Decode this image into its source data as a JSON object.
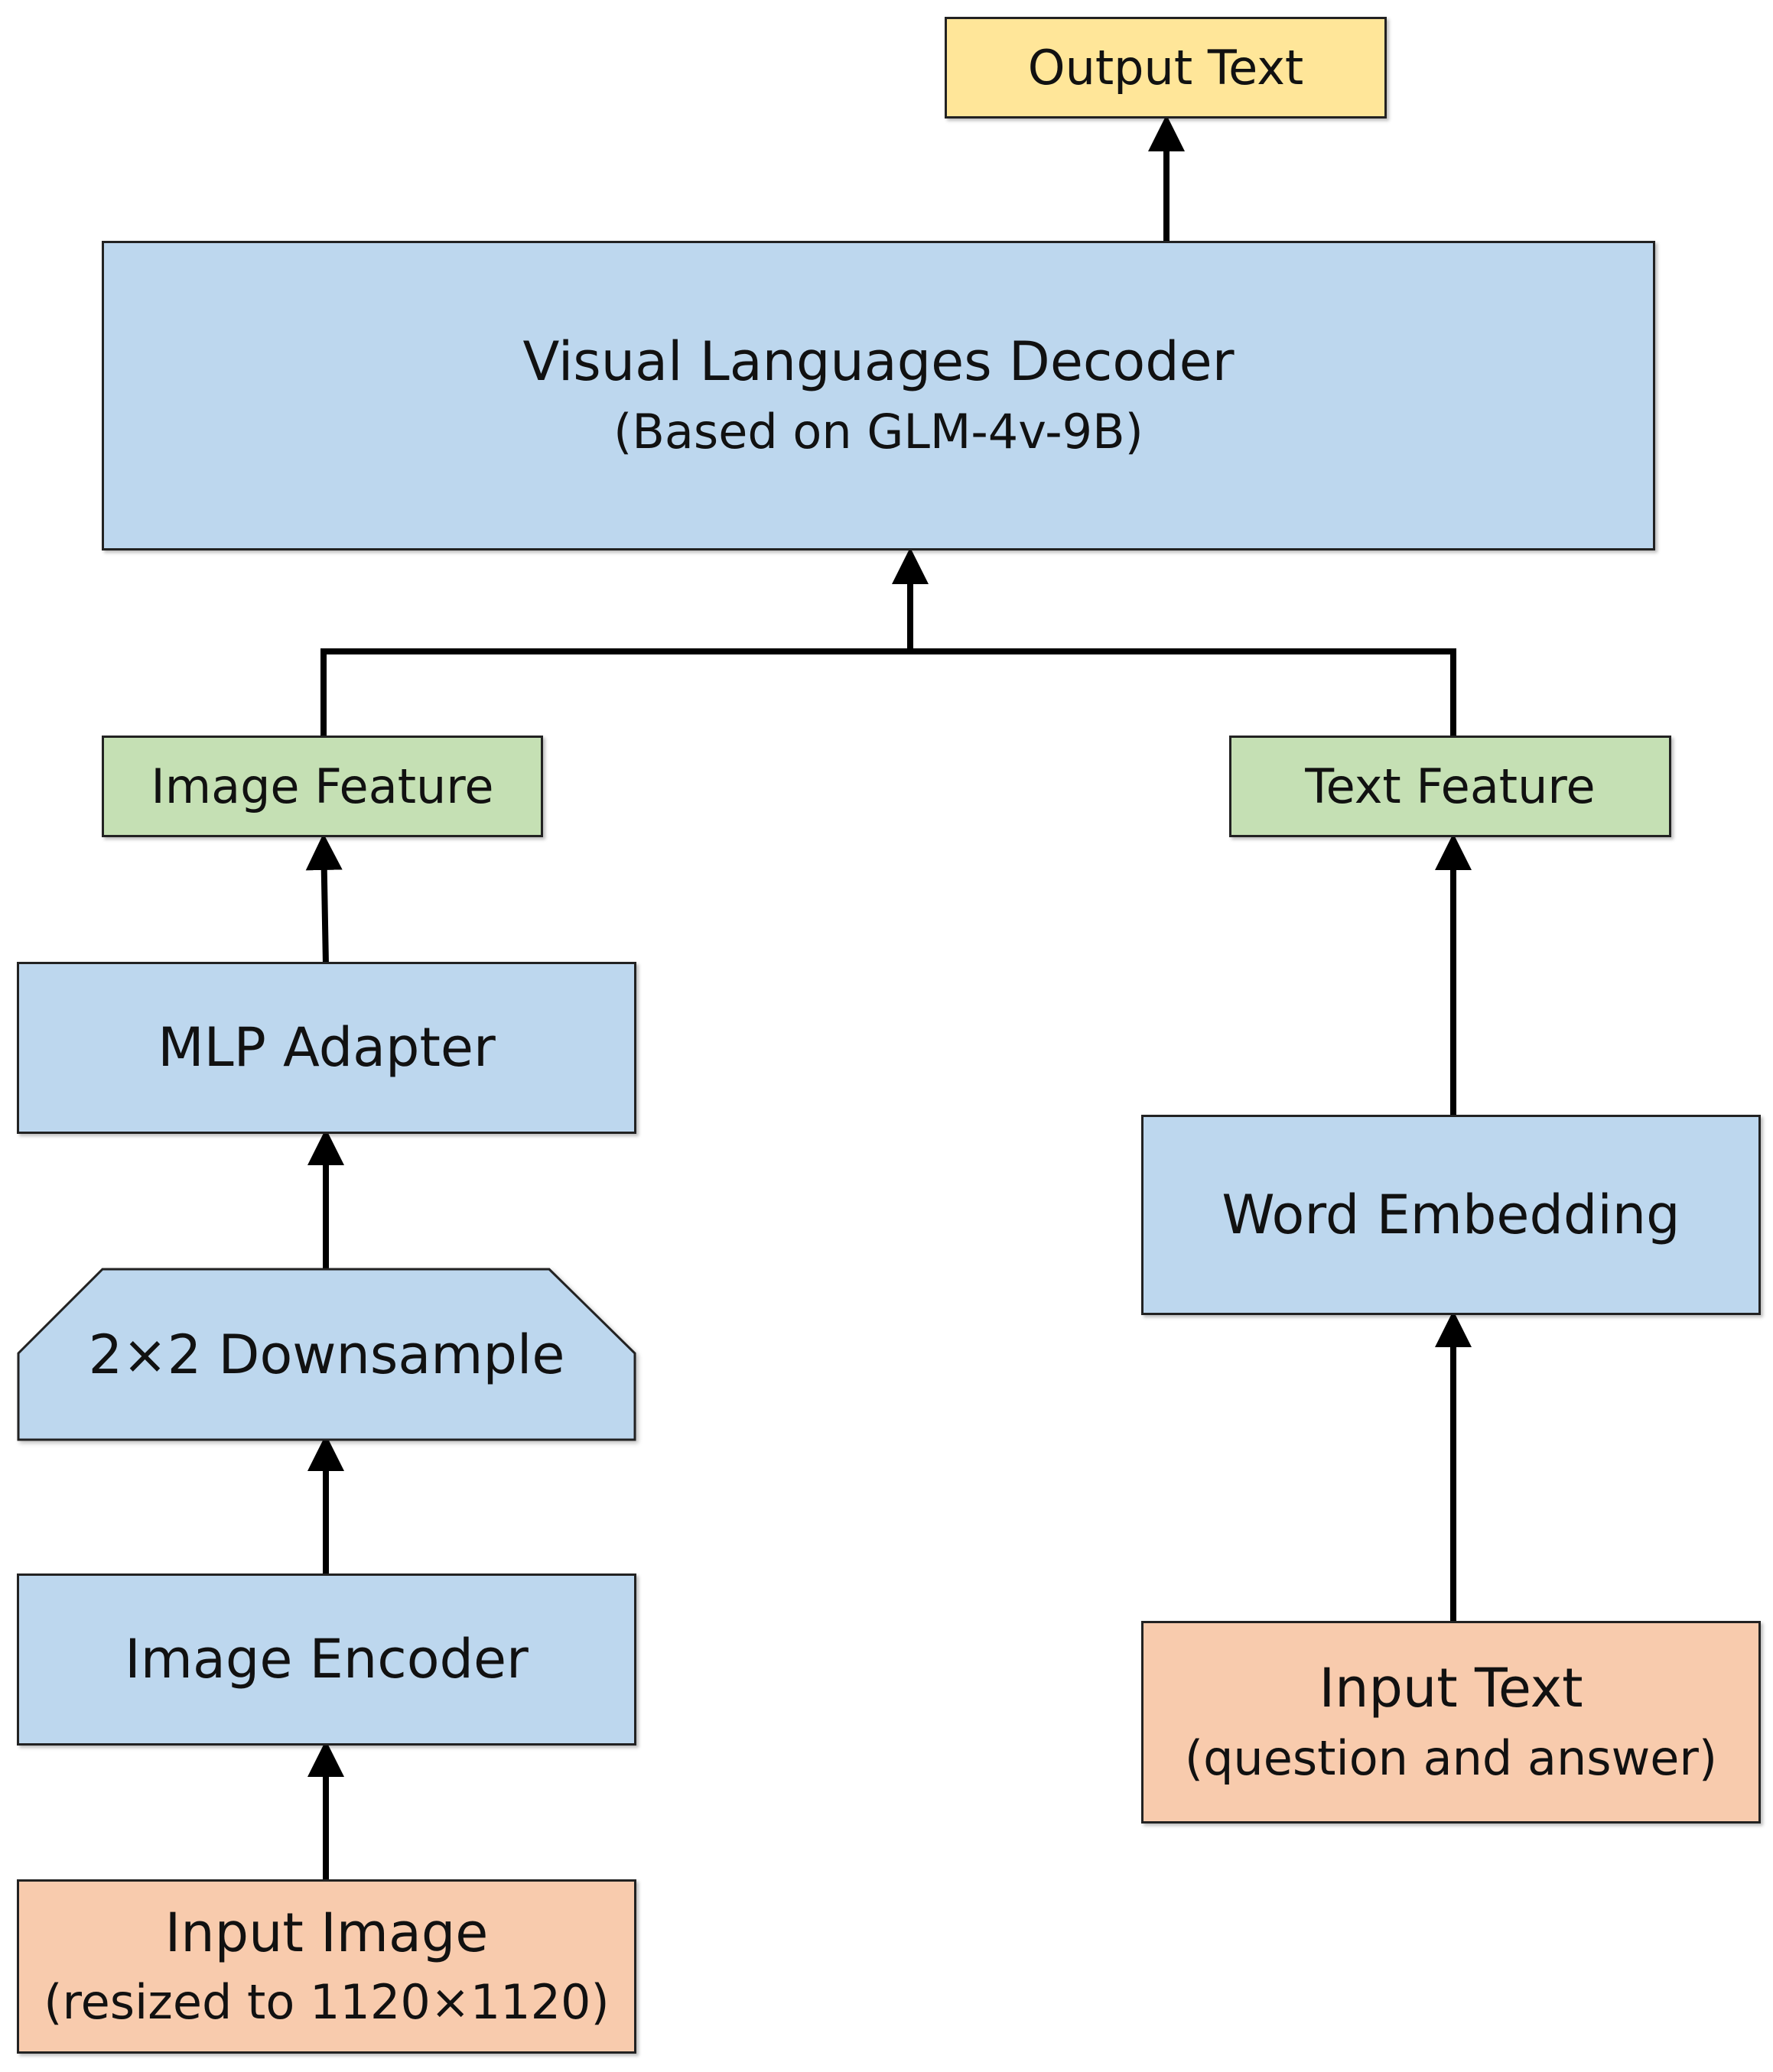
{
  "diagram": {
    "output_text": "Output Text",
    "decoder": {
      "title": "Visual Languages Decoder",
      "subtitle": "(Based on GLM-4v-9B)"
    },
    "image_feature": "Image Feature",
    "text_feature": "Text Feature",
    "mlp_adapter": "MLP Adapter",
    "downsample": "2×2 Downsample",
    "image_encoder": "Image Encoder",
    "word_embedding": "Word Embedding",
    "input_image": {
      "title": "Input Image",
      "subtitle": "(resized to 1120×1120)"
    },
    "input_text": {
      "title": "Input Text",
      "subtitle": "(question and answer)"
    }
  },
  "colors": {
    "blue": "#bdd7ee",
    "green": "#c5e0b4",
    "orange": "#f8cbad",
    "yellow": "#ffe699",
    "arrow": "#000000"
  }
}
